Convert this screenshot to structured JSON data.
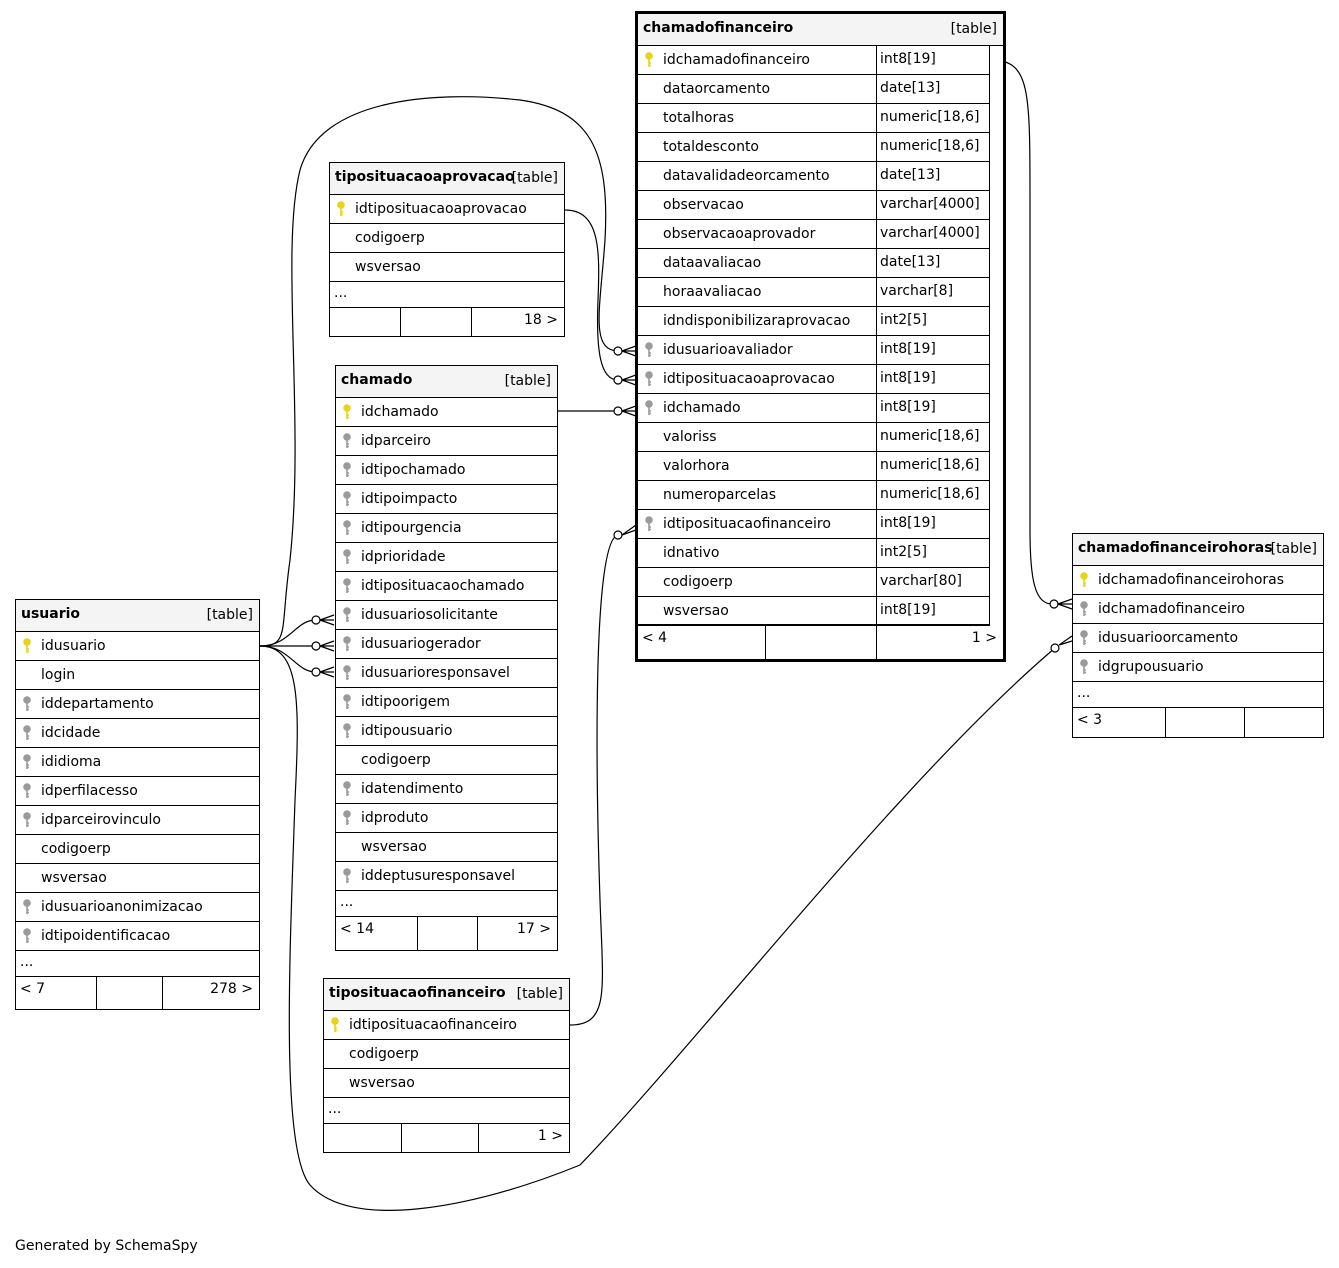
{
  "tables": {
    "chamadofinanceiro": {
      "name": "chamadofinanceiro",
      "type": "[table]",
      "columns": [
        {
          "name": "idchamadofinanceiro",
          "type": "int8[19]",
          "key": "primary"
        },
        {
          "name": "dataorcamento",
          "type": "date[13]",
          "key": "none"
        },
        {
          "name": "totalhoras",
          "type": "numeric[18,6]",
          "key": "none"
        },
        {
          "name": "totaldesconto",
          "type": "numeric[18,6]",
          "key": "none"
        },
        {
          "name": "datavalidadeorcamento",
          "type": "date[13]",
          "key": "none"
        },
        {
          "name": "observacao",
          "type": "varchar[4000]",
          "key": "none"
        },
        {
          "name": "observacaoaprovador",
          "type": "varchar[4000]",
          "key": "none"
        },
        {
          "name": "dataavaliacao",
          "type": "date[13]",
          "key": "none"
        },
        {
          "name": "horaavaliacao",
          "type": "varchar[8]",
          "key": "none"
        },
        {
          "name": "idndisponibilizaraprovacao",
          "type": "int2[5]",
          "key": "none"
        },
        {
          "name": "idusuarioavaliador",
          "type": "int8[19]",
          "key": "foreign"
        },
        {
          "name": "idtiposituacaoaprovacao",
          "type": "int8[19]",
          "key": "foreign"
        },
        {
          "name": "idchamado",
          "type": "int8[19]",
          "key": "foreign"
        },
        {
          "name": "valoriss",
          "type": "numeric[18,6]",
          "key": "none"
        },
        {
          "name": "valorhora",
          "type": "numeric[18,6]",
          "key": "none"
        },
        {
          "name": "numeroparcelas",
          "type": "numeric[18,6]",
          "key": "none"
        },
        {
          "name": "idtiposituacaofinanceiro",
          "type": "int8[19]",
          "key": "foreign"
        },
        {
          "name": "idnativo",
          "type": "int2[5]",
          "key": "none"
        },
        {
          "name": "codigoerp",
          "type": "varchar[80]",
          "key": "none"
        },
        {
          "name": "wsversao",
          "type": "int8[19]",
          "key": "none"
        }
      ],
      "more": "",
      "footer": {
        "left": "< 4",
        "middle": "",
        "right": "1 >"
      }
    },
    "tiposituacaoaprovacao": {
      "name": "tiposituacaoaprovacao",
      "type": "[table]",
      "columns": [
        {
          "name": "idtiposituacaoaprovacao",
          "key": "primary"
        },
        {
          "name": "codigoerp",
          "key": "none"
        },
        {
          "name": "wsversao",
          "key": "none"
        }
      ],
      "more": "...",
      "footer": {
        "left": "",
        "middle": "",
        "right": "18 >"
      }
    },
    "chamado": {
      "name": "chamado",
      "type": "[table]",
      "columns": [
        {
          "name": "idchamado",
          "key": "primary"
        },
        {
          "name": "idparceiro",
          "key": "foreign"
        },
        {
          "name": "idtipochamado",
          "key": "foreign"
        },
        {
          "name": "idtipoimpacto",
          "key": "foreign"
        },
        {
          "name": "idtipourgencia",
          "key": "foreign"
        },
        {
          "name": "idprioridade",
          "key": "foreign"
        },
        {
          "name": "idtiposituacaochamado",
          "key": "foreign"
        },
        {
          "name": "idusuariosolicitante",
          "key": "foreign"
        },
        {
          "name": "idusuariogerador",
          "key": "foreign"
        },
        {
          "name": "idusuarioresponsavel",
          "key": "foreign"
        },
        {
          "name": "idtipoorigem",
          "key": "foreign"
        },
        {
          "name": "idtipousuario",
          "key": "foreign"
        },
        {
          "name": "codigoerp",
          "key": "none"
        },
        {
          "name": "idatendimento",
          "key": "foreign"
        },
        {
          "name": "idproduto",
          "key": "foreign"
        },
        {
          "name": "wsversao",
          "key": "none"
        },
        {
          "name": "iddeptusuresponsavel",
          "key": "foreign"
        }
      ],
      "more": "...",
      "footer": {
        "left": "< 14",
        "middle": "",
        "right": "17 >"
      }
    },
    "usuario": {
      "name": "usuario",
      "type": "[table]",
      "columns": [
        {
          "name": "idusuario",
          "key": "primary"
        },
        {
          "name": "login",
          "key": "none"
        },
        {
          "name": "iddepartamento",
          "key": "foreign"
        },
        {
          "name": "idcidade",
          "key": "foreign"
        },
        {
          "name": "ididioma",
          "key": "foreign"
        },
        {
          "name": "idperfilacesso",
          "key": "foreign"
        },
        {
          "name": "idparceirovinculo",
          "key": "foreign"
        },
        {
          "name": "codigoerp",
          "key": "none"
        },
        {
          "name": "wsversao",
          "key": "none"
        },
        {
          "name": "idusuarioanonimizacao",
          "key": "foreign"
        },
        {
          "name": "idtipoidentificacao",
          "key": "foreign"
        }
      ],
      "more": "...",
      "footer": {
        "left": "< 7",
        "middle": "",
        "right": "278 >"
      }
    },
    "tiposituacaofinanceiro": {
      "name": "tiposituacaofinanceiro",
      "type": "[table]",
      "columns": [
        {
          "name": "idtiposituacaofinanceiro",
          "key": "primary"
        },
        {
          "name": "codigoerp",
          "key": "none"
        },
        {
          "name": "wsversao",
          "key": "none"
        }
      ],
      "more": "...",
      "footer": {
        "left": "",
        "middle": "",
        "right": "1 >"
      }
    },
    "chamadofinanceirohoras": {
      "name": "chamadofinanceirohoras",
      "type": "[table]",
      "columns": [
        {
          "name": "idchamadofinanceirohoras",
          "key": "primary"
        },
        {
          "name": "idchamadofinanceiro",
          "key": "foreign"
        },
        {
          "name": "idusuarioorcamento",
          "key": "foreign"
        },
        {
          "name": "idgrupousuario",
          "key": "foreign"
        }
      ],
      "more": "...",
      "footer": {
        "left": "< 3",
        "middle": "",
        "right": ""
      }
    }
  },
  "colors": {
    "primary_key": "#e8d21a",
    "foreign_key": "#9a9a9a",
    "header_bg": "#f4f4f4",
    "line": "#000000"
  },
  "generated_by": "Generated by SchemaSpy"
}
